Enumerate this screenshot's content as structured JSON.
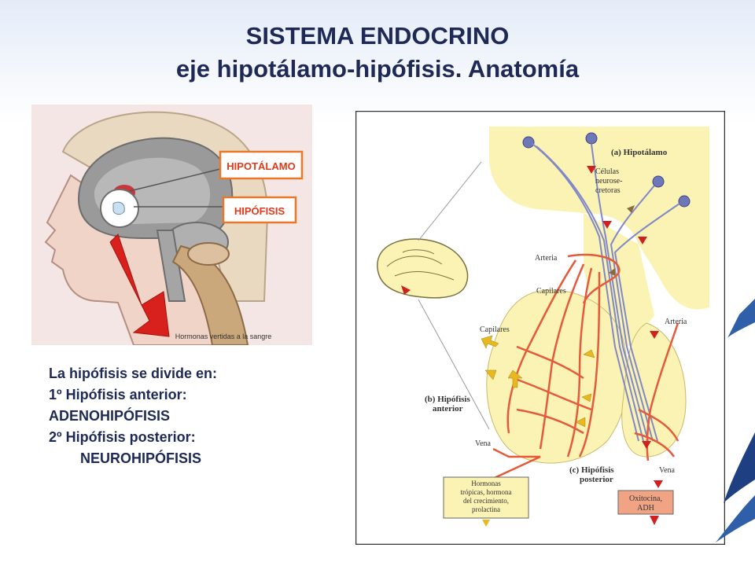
{
  "title": {
    "line1": "SISTEMA ENDOCRINO",
    "line2": "eje hipotálamo-hipófisis. Anatomía"
  },
  "head_figure": {
    "label_hypothalamus": "HIPOTÁLAMO",
    "label_pituitary": "HIPÓFISIS",
    "caption": "Hormonas vertidas a la sangre",
    "colors": {
      "background": "#f4e6e4",
      "label_border": "#e8782a",
      "label_text": "#e23a1a",
      "arrow": "#d8211c"
    }
  },
  "division_text": {
    "line1": "La hipófisis se divide en:",
    "line2": "1º Hipófisis anterior:",
    "line3": "ADENOHIPÓFISIS",
    "line4": "2º Hipófisis posterior:",
    "line5": "NEUROHIPÓFISIS"
  },
  "diagram": {
    "label_a": "(a) Hipotálamo",
    "label_cells_1": "Células",
    "label_cells_2": "neurose-",
    "label_cells_3": "cretoras",
    "label_arteria_1": "Arteria",
    "label_capilares_1": "Capilares",
    "label_capilares_2": "Capilares",
    "label_arteria_2": "Arteria",
    "label_b_1": "(b) Hipófisis",
    "label_b_2": "anterior",
    "label_vena_1": "Vena",
    "label_c_1": "(c) Hipófisis",
    "label_c_2": "posterior",
    "label_vena_2": "Vena",
    "box1_1": "Hormonas",
    "box1_2": "trópicas, hormona",
    "box1_3": "del crecimiento,",
    "box1_4": "prolactina",
    "box2_1": "Oxitocina,",
    "box2_2": "ADH",
    "colors": {
      "tissue": "#fbf3b4",
      "vessel": "#e45a3a",
      "neuron": "#6e78b8",
      "arrow_yellow": "#e8b820",
      "arrow_red": "#d02020"
    }
  }
}
